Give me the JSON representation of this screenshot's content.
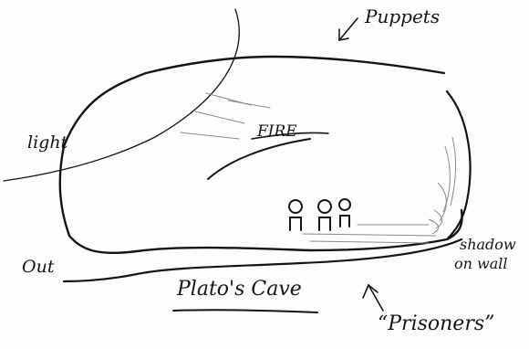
{
  "labels": {
    "puppets": "Puppets",
    "light": "light",
    "fire": "FIRE",
    "out": "Out",
    "shadow_line1": "shadow",
    "shadow_line2": "on wall",
    "title": "Plato's Cave",
    "prisoners": "“Prisoners”"
  },
  "colors": {
    "ink": "#151515",
    "shading": "#8a8a8a",
    "paper": "#fdfdfb"
  }
}
